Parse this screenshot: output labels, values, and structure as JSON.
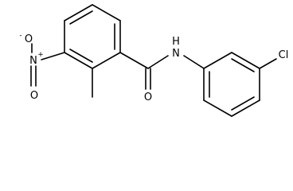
{
  "molecule": {
    "atoms": {
      "nitrogen_nitro": "N",
      "nitro_charge_pos": "+",
      "oxygen_nitro_top": "O",
      "oxygen_nitro_top_charge": "-",
      "oxygen_nitro_bottom": "O",
      "oxygen_carbonyl": "O",
      "amide_nitrogen": "N",
      "amide_hydrogen": "H",
      "chlorine": "Cl"
    }
  }
}
